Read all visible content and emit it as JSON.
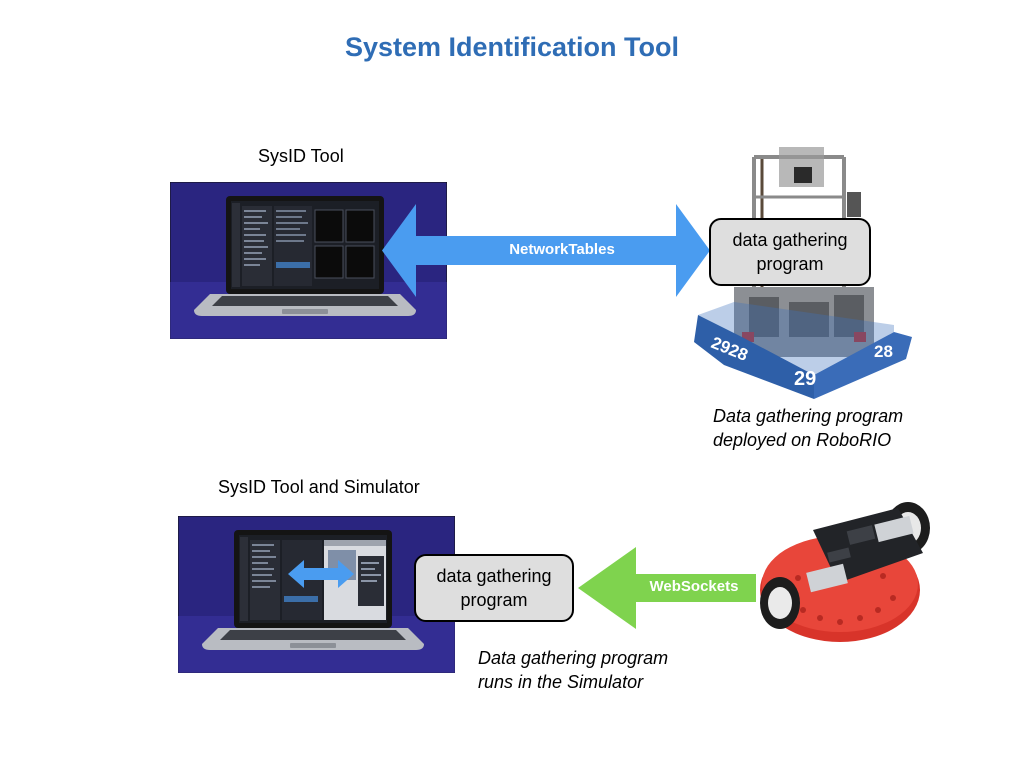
{
  "title": "System Identification Tool",
  "top": {
    "laptop_label": "SysID Tool",
    "arrow_label": "NetworkTables",
    "box_lines": [
      "data gathering",
      "program"
    ],
    "caption_lines": [
      "Data gathering program",
      "deployed on RoboRIO"
    ],
    "robot_numbers": [
      "2928",
      "28",
      "29"
    ],
    "arrow_color": "#4a9cf0"
  },
  "bottom": {
    "laptop_label": "SysID Tool and Simulator",
    "arrow_label": "WebSockets",
    "box_lines": [
      "data gathering",
      "program"
    ],
    "caption_lines": [
      "Data gathering program",
      "runs in the Simulator"
    ],
    "arrow_color": "#7fd34e"
  }
}
